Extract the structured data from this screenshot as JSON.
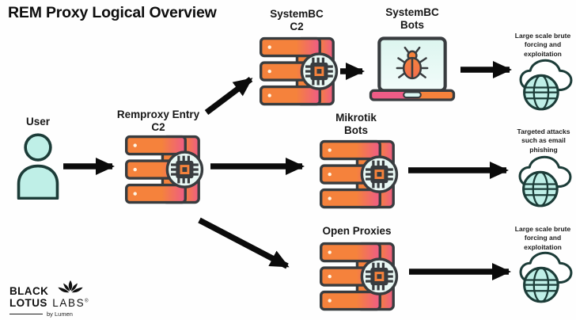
{
  "title": "REM Proxy Logical Overview",
  "colors": {
    "accent_orange": "#F5823C",
    "accent_pink": "#EE5C86",
    "outline_dark": "#383C3F",
    "teal_fill": "#BFEFE7",
    "teal_outline": "#1C3C38",
    "chip_bg": "#E9F8F4",
    "arrow_black": "#0B0B0B"
  },
  "nodes": {
    "user": {
      "label": "User"
    },
    "remproxy_entry_c2": {
      "line1": "Remproxy Entry",
      "line2": "C2"
    },
    "systembc_c2": {
      "line1": "SystemBC",
      "line2": "C2"
    },
    "systembc_bots": {
      "line1": "SystemBC",
      "line2": "Bots"
    },
    "mikrotik_bots": {
      "line1": "Mikrotik",
      "line2": "Bots"
    },
    "open_proxies": {
      "label": "Open Proxies"
    }
  },
  "outcomes": {
    "top": "Large scale brute forcing and exploitation",
    "middle": "Targeted attacks such as email phishing",
    "bottom": "Large scale brute forcing and exploitation"
  },
  "logo": {
    "word1": "BLACK",
    "word2": "LOTUS",
    "word3": "LABS",
    "reg": "®",
    "byline": "by Lumen"
  }
}
